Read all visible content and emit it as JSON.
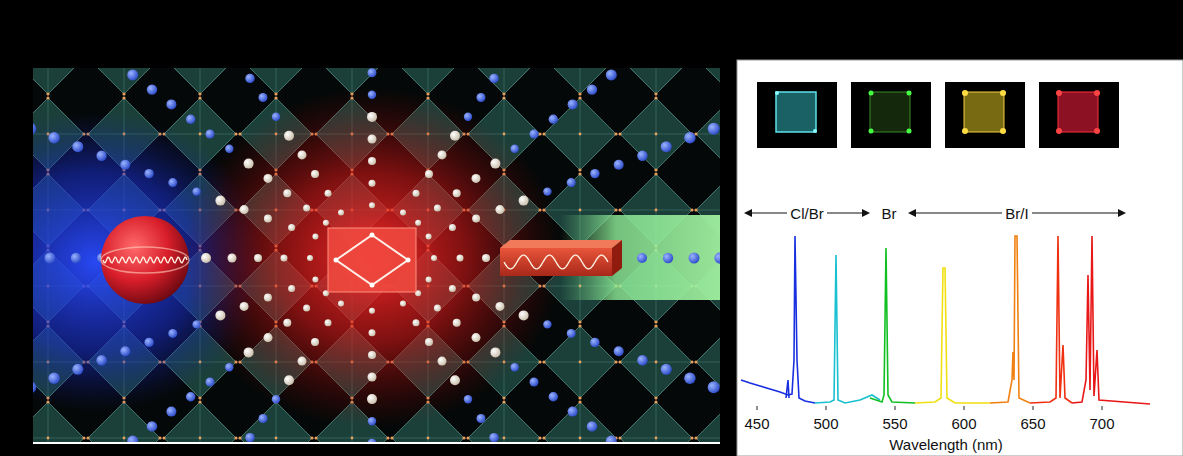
{
  "diagram": {
    "labels": [
      "Cl/Br",
      "Br",
      "Br/I",
      "450",
      "500",
      "550",
      "600",
      "650",
      "700",
      "Wavelength (nm)"
    ]
  }
}
